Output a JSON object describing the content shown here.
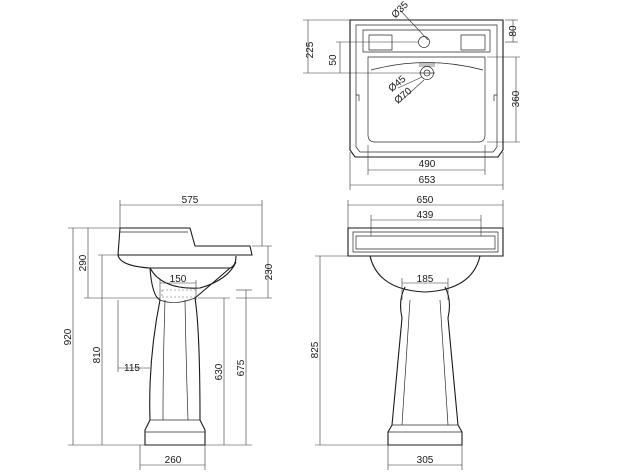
{
  "dimensions": {
    "plan": {
      "depth_total": "225",
      "tap_hole_dia": "Ø35",
      "rim_80": "80",
      "offset_50": "50",
      "waste_45": "Ø45",
      "waste_70": "Ø70",
      "bowl_depth": "360",
      "bowl_width": "490",
      "overall_width": "653"
    },
    "side": {
      "overall_depth": "575",
      "basin_height": "290",
      "rim_230": "230",
      "pedestal_top": "150",
      "overall_height": "920",
      "height_810": "810",
      "offset_115": "115",
      "height_630": "630",
      "height_675": "675",
      "base_width": "260"
    },
    "front": {
      "overall_width": "650",
      "inner_width": "439",
      "neck_width": "185",
      "height_825": "825",
      "base_width": "305"
    }
  }
}
